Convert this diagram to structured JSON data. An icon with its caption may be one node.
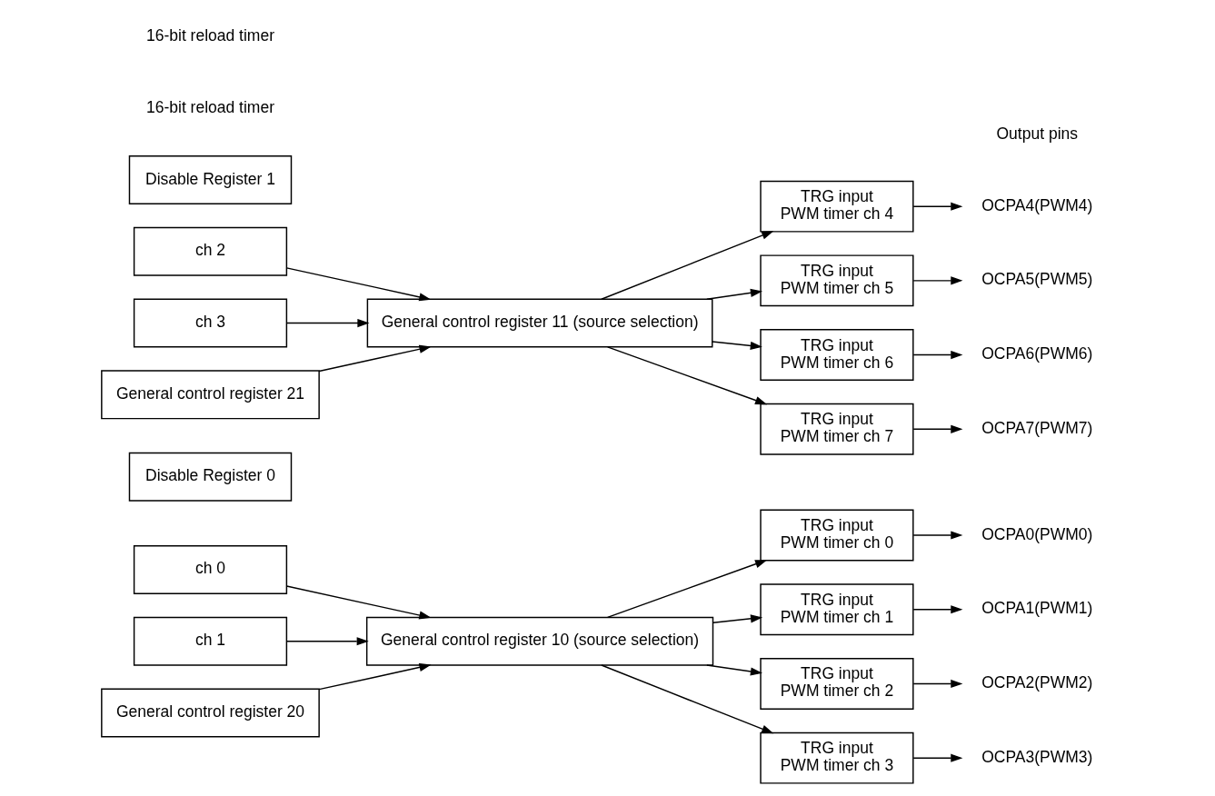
{
  "diagram": {
    "nodes": [
      {
        "text": [
          "ch 0"
        ]
      },
      {
        "text": [
          "ch 1"
        ]
      },
      {
        "text": [
          "General control register 20"
        ]
      },
      {
        "text": [
          "Disable Register 0"
        ]
      },
      {
        "text": [
          "General control register 10 (source selection)"
        ]
      },
      {
        "text": [
          "TRG input",
          "PWM timer ch 0"
        ]
      },
      {
        "text": [
          "TRG input",
          "PWM timer ch 1"
        ]
      },
      {
        "text": [
          "TRG input",
          "PWM timer ch 2"
        ]
      },
      {
        "text": [
          "TRG input",
          "PWM timer ch 3"
        ]
      },
      {
        "text": [
          "OCPA0(PWM0)"
        ]
      },
      {
        "text": [
          "OCPA1(PWM1)"
        ]
      },
      {
        "text": [
          "OCPA2(PWM2)"
        ]
      },
      {
        "text": [
          "OCPA3(PWM3)"
        ]
      },
      {
        "text": [
          "ch 2"
        ]
      },
      {
        "text": [
          "ch 3"
        ]
      },
      {
        "text": [
          "General control register 21"
        ]
      },
      {
        "text": [
          "Disable Register 1"
        ]
      },
      {
        "text": [
          "General control register 11 (source selection)"
        ]
      },
      {
        "text": [
          "TRG input",
          "PWM timer ch 4"
        ]
      },
      {
        "text": [
          "TRG input",
          "PWM timer ch 5"
        ]
      },
      {
        "text": [
          "TRG input",
          "PWM timer ch 6"
        ]
      },
      {
        "text": [
          "TRG input",
          "PWM timer ch 7"
        ]
      },
      {
        "text": [
          "OCPA4(PWM4)"
        ]
      },
      {
        "text": [
          "OCPA5(PWM5)"
        ]
      },
      {
        "text": [
          "OCPA6(PWM6)"
        ]
      },
      {
        "text": [
          "OCPA7(PWM7)"
        ]
      }
    ],
    "edges": [
      {
        "from": 0,
        "to": 4,
        "arrow": "to"
      },
      {
        "from": 1,
        "to": 4,
        "arrow": "to"
      },
      {
        "from": 2,
        "to": 4,
        "arrow": "to"
      },
      {
        "from": 4,
        "to": 5,
        "arrow": "to"
      },
      {
        "from": 4,
        "to": 6,
        "arrow": "to"
      },
      {
        "from": 4,
        "to": 7,
        "arrow": "to"
      },
      {
        "from": 4,
        "to": 8,
        "arrow": "to"
      },
      {
        "from": 5,
        "to": 9,
        "arrow": "to"
      },
      {
        "from": 6,
        "to": 10,
        "arrow": "to"
      },
      {
        "from": 7,
        "to": 11,
        "arrow": "to"
      },
      {
        "from": 8,
        "to": 12,
        "arrow": "to"
      },
      {
        "from": 13,
        "to": 17,
        "arrow": "to"
      },
      {
        "from": 14,
        "to": 17,
        "arrow": "to"
      },
      {
        "from": 15,
        "to": 17,
        "arrow": "to"
      },
      {
        "from": 17,
        "to": 18,
        "arrow": "to"
      },
      {
        "from": 17,
        "to": 19,
        "arrow": "to"
      },
      {
        "from": 17,
        "to": 20,
        "arrow": "to"
      },
      {
        "from": 17,
        "to": 21,
        "arrow": "to"
      },
      {
        "from": 18,
        "to": 22,
        "arrow": "to"
      },
      {
        "from": 19,
        "to": 23,
        "arrow": "to"
      },
      {
        "from": 20,
        "to": 24,
        "arrow": "to"
      },
      {
        "from": 21,
        "to": 25,
        "arrow": "to"
      }
    ],
    "labels": [
      "16-bit reload timer",
      "Output pins",
      "16-bit reload timer"
    ]
  }
}
